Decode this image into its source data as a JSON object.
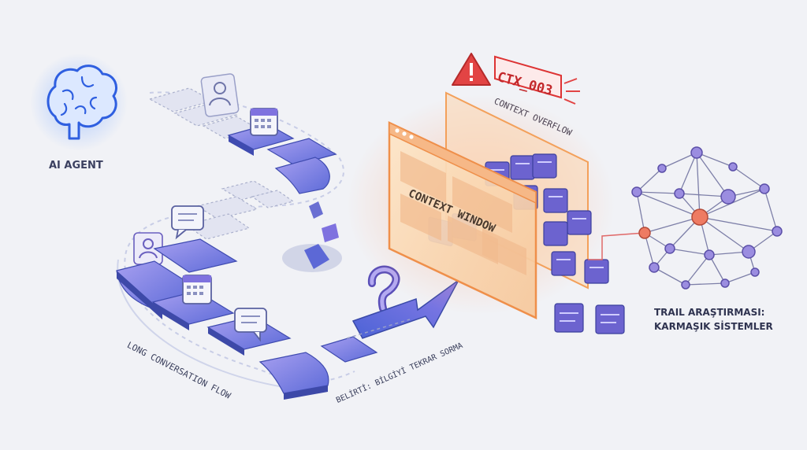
{
  "labels": {
    "agent": "AI AGENT",
    "flow": "LONG CONVERSATION FLOW",
    "symptom": "BELİRTİ: BİLGİYİ TEKRAR SORMA",
    "context_window": "CONTEXT WINDOW",
    "error_code": "CTX_003",
    "overflow": "CONTEXT OVERFLOW",
    "trail_line1": "TRAIL ARAŞTIRMASI:",
    "trail_line2": "KARMAŞIK SİSTEMLER"
  },
  "icons": [
    "brain-icon",
    "user-icon",
    "calendar-icon",
    "chat-icon",
    "warning-icon",
    "question-mark-icon",
    "arrow-icon",
    "network-graph-icon"
  ],
  "colors": {
    "accent_blue": "#3a66e0",
    "tile_purple": "#7f72df",
    "tile_blue": "#5c74dc",
    "warning_red": "#e24444",
    "context_orange": "#f3a05a",
    "network_purple": "#8f7fd6",
    "network_red": "#e9725f"
  }
}
